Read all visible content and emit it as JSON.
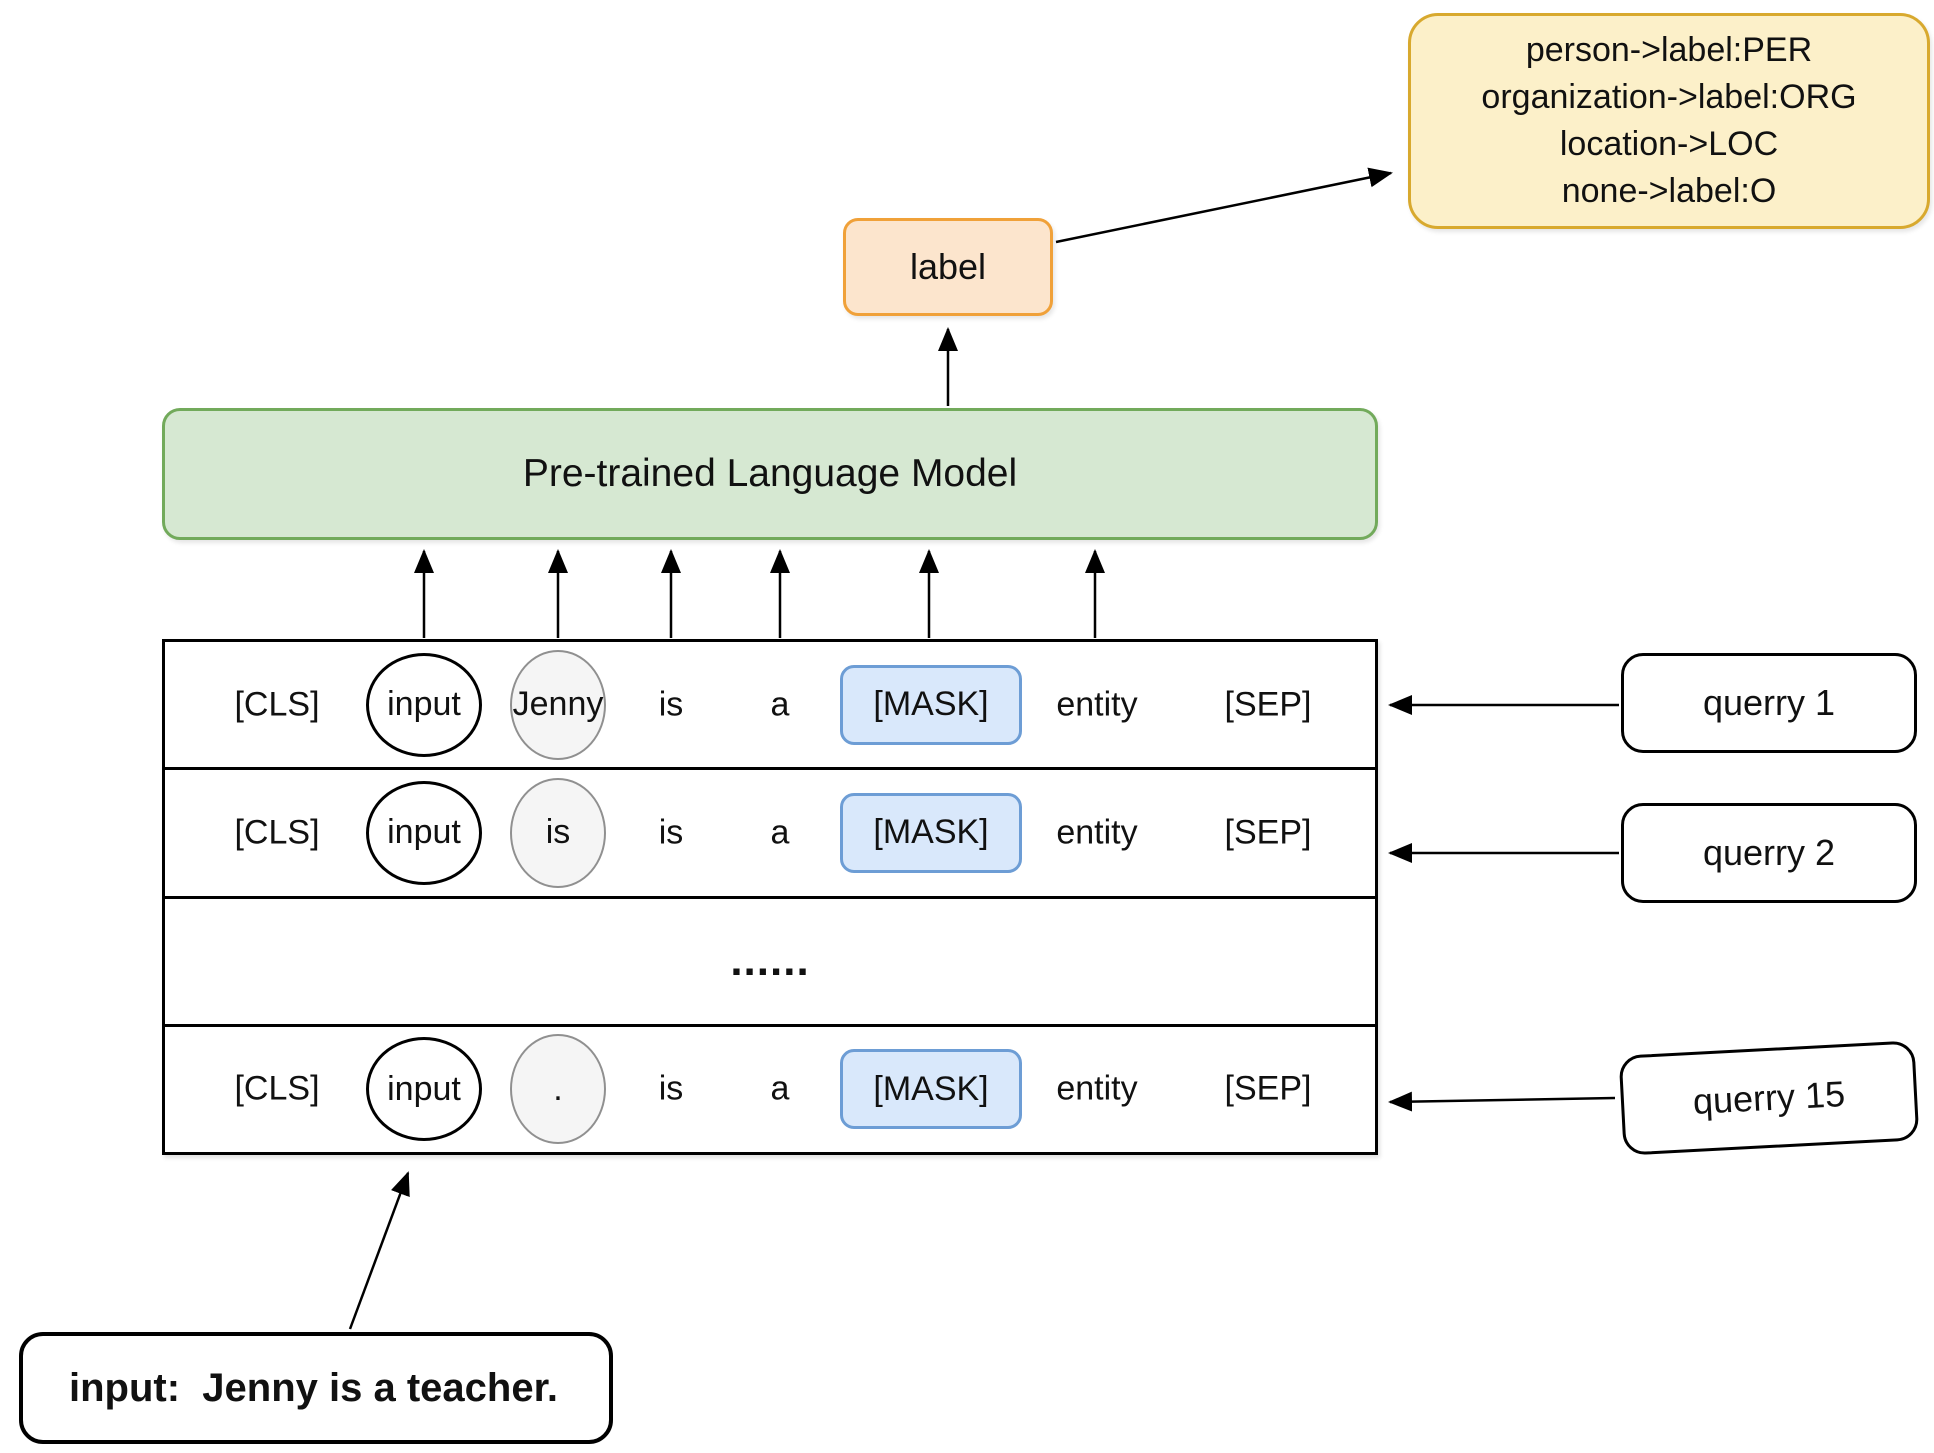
{
  "mapping_box": {
    "lines": [
      "person->label:PER",
      "organization->label:ORG",
      "location->LOC",
      "none->label:O"
    ]
  },
  "label_box": {
    "text": "label"
  },
  "model_box": {
    "text": "Pre-trained Language Model"
  },
  "prompt_table": {
    "rows": [
      {
        "cls": "[CLS]",
        "input": "input",
        "token": "Jenny",
        "is": "is",
        "a": "a",
        "mask": "[MASK]",
        "entity": "entity",
        "sep": "[SEP]"
      },
      {
        "cls": "[CLS]",
        "input": "input",
        "token": "is",
        "is": "is",
        "a": "a",
        "mask": "[MASK]",
        "entity": "entity",
        "sep": "[SEP]"
      },
      {
        "ellipsis": "......"
      },
      {
        "cls": "[CLS]",
        "input": "input",
        "token": ".",
        "is": "is",
        "a": "a",
        "mask": "[MASK]",
        "entity": "entity",
        "sep": "[SEP]"
      }
    ]
  },
  "query_boxes": [
    {
      "label": "querry 1"
    },
    {
      "label": "querry 2"
    },
    {
      "label": "querry 15"
    }
  ],
  "input_box": {
    "text": "input:  Jenny is a teacher."
  },
  "colors": {
    "mapping_fill": "#fcf0c9",
    "mapping_stroke": "#d8a92e",
    "label_fill": "#fce5cd",
    "label_stroke": "#f0a139",
    "model_fill": "#d6e8d2",
    "model_stroke": "#72aa5b",
    "mask_fill": "#d9e8fb",
    "mask_stroke": "#6d9dd5",
    "gray_ellipse_fill": "#f5f5f5",
    "gray_ellipse_stroke": "#909090",
    "arrow": "#000000"
  }
}
